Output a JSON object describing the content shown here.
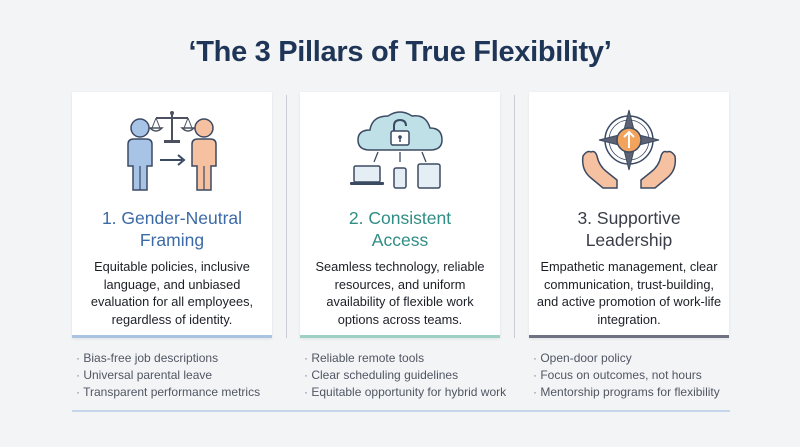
{
  "title": "‘The 3 Pillars of True Flexibility’",
  "colors": {
    "pillar1_accent": "#3b6aa6",
    "pillar2_accent": "#2f8d84",
    "pillar3_accent": "#3a3d47",
    "title": "#1f3557"
  },
  "pillars": [
    {
      "heading_line1": "1. Gender-Neutral",
      "heading_line2": "Framing",
      "icon": "scales-and-people-icon",
      "description": "Equitable policies, inclusive language, and unbiased evaluation for all employees, regardless of identity.",
      "bullets": [
        "Bias-free job descriptions",
        "Universal parental leave",
        "Transparent performance metrics"
      ]
    },
    {
      "heading_line1": "2. Consistent",
      "heading_line2": "Access",
      "icon": "cloud-lock-devices-icon",
      "description": "Seamless technology, reliable resources, and uniform availability of flexible work options across teams.",
      "bullets": [
        "Reliable remote tools",
        "Clear scheduling guidelines",
        "Equitable opportunity for hybrid work"
      ]
    },
    {
      "heading_line1": "3. Supportive",
      "heading_line2": "Leadership",
      "icon": "hands-compass-icon",
      "description": "Empathetic management, clear communication, trust-building, and active promotion of work-life integration.",
      "bullets": [
        "Open-door policy",
        "Focus on outcomes, not hours",
        "Mentorship programs for flexibility"
      ]
    }
  ]
}
